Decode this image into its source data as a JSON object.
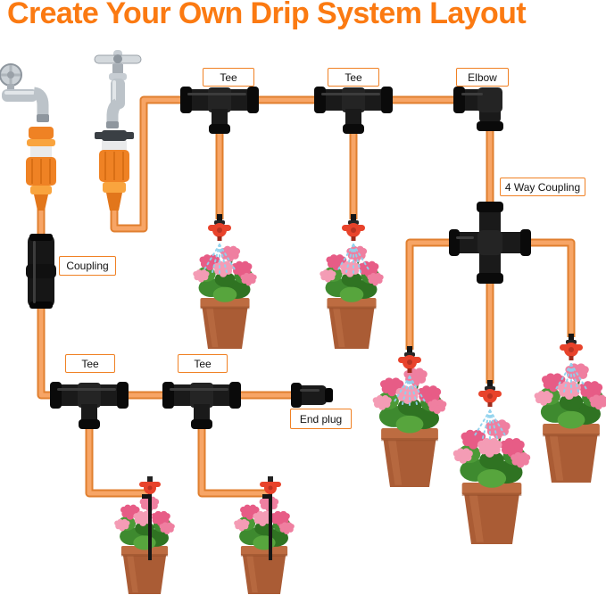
{
  "title": "Create Your Own Drip System Layout",
  "callouts": {
    "tee_top_left": "Tee",
    "tee_top_mid": "Tee",
    "elbow": "Elbow",
    "four_way_coupling": "4 Way Coupling",
    "coupling": "Coupling",
    "tee_bottom_left": "Tee",
    "tee_bottom_mid": "Tee",
    "end_plug": "End plug"
  },
  "icons": {
    "faucet": "faucet-icon",
    "hose_connector": "hose-connector-icon",
    "coupling": "coupling-icon",
    "tee": "tee-fitting-icon",
    "elbow": "elbow-fitting-icon",
    "four_way": "four-way-coupling-icon",
    "end_plug": "end-plug-icon",
    "dripper": "dripper-icon",
    "dripper_stake": "dripper-stake-icon",
    "spray": "water-spray-icon",
    "plant": "potted-plant-icon",
    "tubing": "drip-tubing"
  },
  "colors": {
    "title": "#FB7A12",
    "tube": "#F7A566",
    "tube_edge": "#E07F2F",
    "label_border": "#F08124",
    "fitting_black": "#1A1A1A",
    "connector_orange": "#EF8224",
    "dripper_red": "#E8432B",
    "spray_blue": "#8FD2EE",
    "pot_terracotta": "#AA5C35",
    "flower_pink": "#EF7FA0",
    "leaf_green": "#3E8A2F",
    "faucet_chrome": "#BCC3C9"
  }
}
